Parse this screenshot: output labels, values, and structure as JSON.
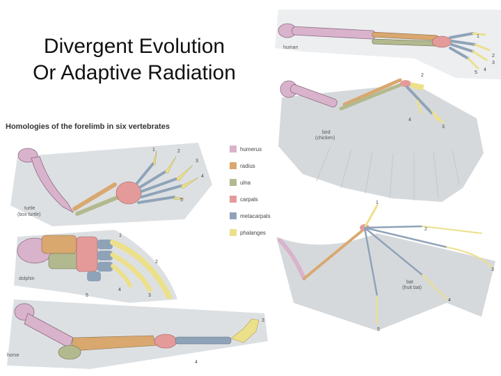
{
  "slide": {
    "title_line1": "Divergent Evolution",
    "title_line2": "Or Adaptive Radiation"
  },
  "figure": {
    "title": "Homologies of the forelimb in six vertebrates",
    "legend": [
      {
        "label": "humerus",
        "color": "#d9b3cc"
      },
      {
        "label": "radius",
        "color": "#d9a86f"
      },
      {
        "label": "ulna",
        "color": "#b3b98e"
      },
      {
        "label": "carpals",
        "color": "#e59a9a"
      },
      {
        "label": "metacarpals",
        "color": "#8fa3b8"
      },
      {
        "label": "phalanges",
        "color": "#ece08a"
      }
    ],
    "animals": {
      "human": {
        "name": "human"
      },
      "bird": {
        "name_line1": "bird",
        "name_line2": "(chicken)"
      },
      "turtle": {
        "name_line1": "turtle",
        "name_line2": "(box turtle)"
      },
      "dolphin": {
        "name": "dolphin"
      },
      "horse": {
        "name": "horse"
      },
      "bat": {
        "name_line1": "bat",
        "name_line2": "(fruit bat)"
      }
    },
    "digit_numbers": [
      "1",
      "2",
      "3",
      "4",
      "5"
    ]
  }
}
